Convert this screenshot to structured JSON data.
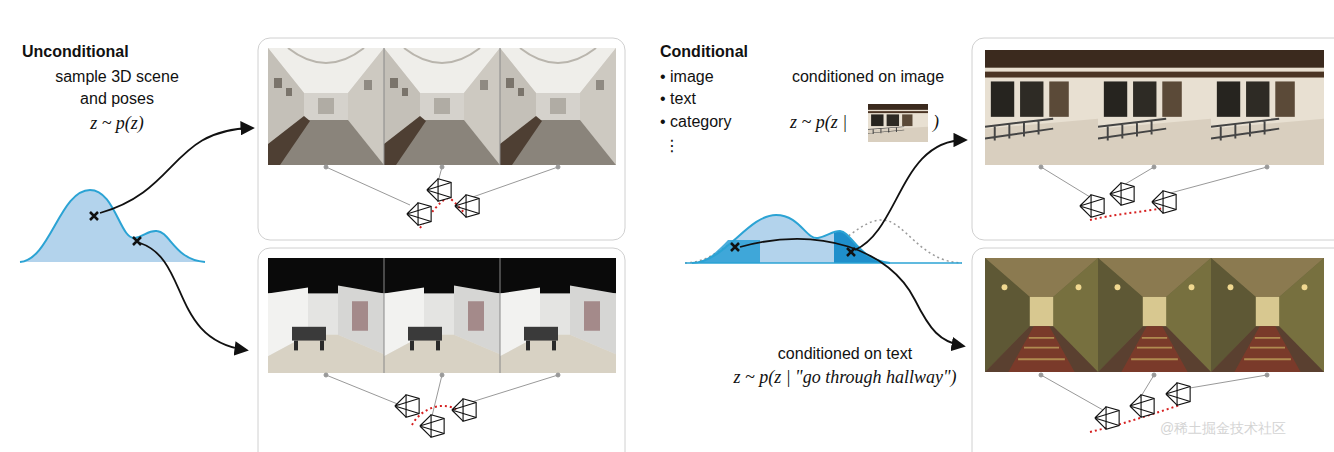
{
  "diagram": {
    "labels": [
      "Unconditional",
      "sample 3D scene and poses",
      "z ~ p(z)",
      "Conditional",
      "• image",
      "• text",
      "• category",
      "⋮",
      "conditioned on image",
      "z ~ p(z |",
      ")",
      "conditioned on text",
      "z ~ p(z | \"go through hallway\")",
      "@稀土掘金技术社区"
    ]
  }
}
